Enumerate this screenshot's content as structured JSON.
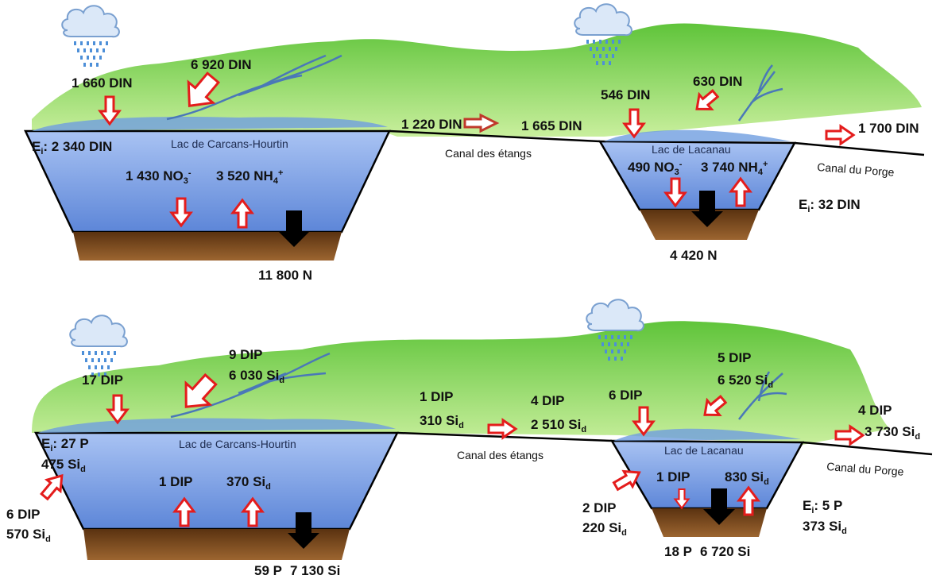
{
  "colors": {
    "land": "#8fd15a",
    "water": "#7fa3e8",
    "sediment": "#7a4a1e",
    "arrow_red": "#e41c1c",
    "arrow_black": "#000000",
    "river": "#4a78b8"
  },
  "top": {
    "rain_left": "1 660 DIN",
    "river_left": "6 920 DIN",
    "ei_left_prefix": "E",
    "ei_left_sub": "i",
    "ei_left_value": ": 2 340 DIN",
    "lake_left": "Lac de Carcans-Hourtin",
    "no3_left": "1 430 NO",
    "nh4_left": "3 520 NH",
    "burial_left": "11 800 N",
    "canal_in": "1 220 DIN",
    "canal_out": "1 665 DIN",
    "canal_label": "Canal des étangs",
    "rain_right": "546 DIN",
    "river_right": "630 DIN",
    "lake_right": "Lac de Lacanau",
    "no3_right": "490 NO",
    "nh4_right": "3 740 NH",
    "burial_right": "4 420 N",
    "porge_out": "1 700 DIN",
    "porge_label": "Canal du Porge",
    "ei_right_prefix": "E",
    "ei_right_sub": "i",
    "ei_right_value": ": 32 DIN",
    "sub3": "3",
    "sup_minus": "-",
    "sub4": "4",
    "sup_plus": "+"
  },
  "bottom": {
    "rain_left": "17 DIP",
    "river_left_dip": "9 DIP",
    "river_left_si": "6 030 Si",
    "ei_left_p_prefix": "E",
    "ei_left_p_sub": "i",
    "ei_left_p_value": ": 27 P",
    "ei_left_si": "475 Si",
    "lake_left": "Lac de Carcans-Hourtin",
    "release_left_dip": "1 DIP",
    "release_left_si": "370 Si",
    "ground_left_dip": "6 DIP",
    "ground_left_si": "570 Si",
    "burial_left_p": "59 P",
    "burial_left_si": "7 130 Si",
    "canal_in_dip": "1 DIP",
    "canal_in_si": "310 Si",
    "canal_out_dip": "4 DIP",
    "canal_out_si": "2 510 Si",
    "canal_label": "Canal des étangs",
    "rain_right": "6 DIP",
    "river_right_dip": "5 DIP",
    "river_right_si": "6 520 Si",
    "lake_right": "Lac de Lacanau",
    "release_right_dip": "1 DIP",
    "release_right_si": "830 Si",
    "ground_right_dip": "2 DIP",
    "ground_right_si": "220 Si",
    "burial_right_p": "18 P",
    "burial_right_si": "6 720 Si",
    "porge_out_dip": "4 DIP",
    "porge_out_si": "3 730 Si",
    "porge_label": "Canal du Porge",
    "ei_right_p_prefix": "E",
    "ei_right_p_sub": "i",
    "ei_right_p_value": ": 5 P",
    "ei_right_si": "373 Si",
    "sub_d": "d"
  }
}
